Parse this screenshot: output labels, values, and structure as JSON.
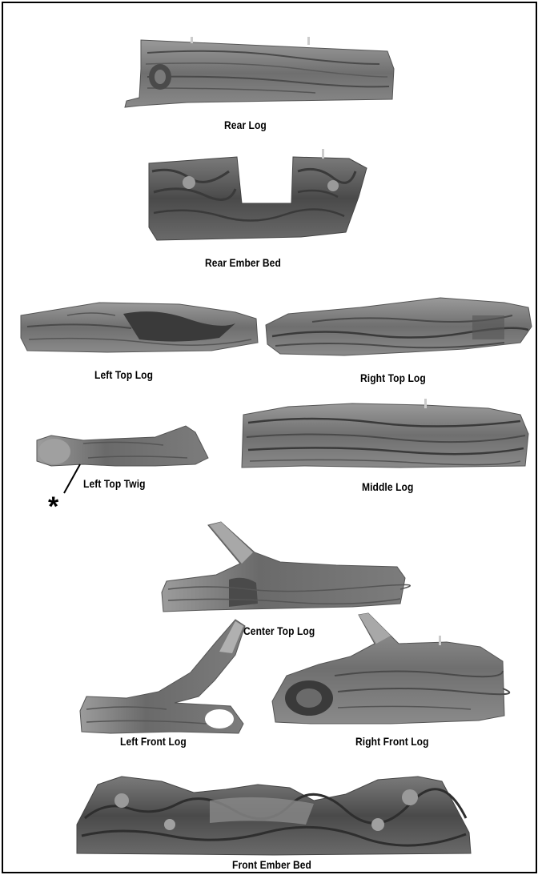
{
  "diagram": {
    "parts": [
      {
        "id": "rear-log",
        "label": "Rear Log"
      },
      {
        "id": "rear-ember-bed",
        "label": "Rear Ember Bed"
      },
      {
        "id": "left-top-log",
        "label": "Left Top Log"
      },
      {
        "id": "right-top-log",
        "label": "Right Top Log"
      },
      {
        "id": "left-top-twig",
        "label": "Left Top Twig"
      },
      {
        "id": "middle-log",
        "label": "Middle Log"
      },
      {
        "id": "center-top-log",
        "label": "Center Top Log"
      },
      {
        "id": "left-front-log",
        "label": "Left Front Log"
      },
      {
        "id": "right-front-log",
        "label": "Right Front Log"
      },
      {
        "id": "front-ember-bed",
        "label": "Front Ember Bed"
      }
    ],
    "callout_symbol": "*"
  },
  "colors": {
    "log_light": "#8d8d8d",
    "log_mid": "#6f6f6f",
    "log_dark": "#3e3e3e",
    "border": "#000000"
  }
}
